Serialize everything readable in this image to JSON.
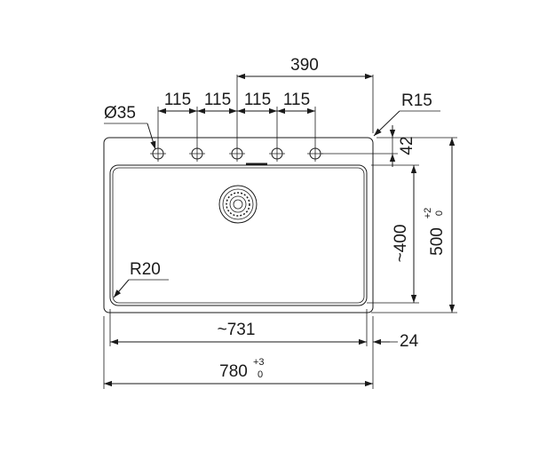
{
  "dimensions": {
    "overall_top": "390",
    "hole_spacing": [
      "115",
      "115",
      "115",
      "115"
    ],
    "hole_diameter": "Ø35",
    "corner_outer_radius": "R15",
    "hole_offset": "42",
    "bowl_corner_radius": "R20",
    "bowl_width": "~731",
    "overall_width": "780",
    "overall_width_tol_upper": "+3",
    "overall_width_tol_lower": "0",
    "side_rim": "24",
    "bowl_depth": "~400",
    "overall_depth": "500",
    "overall_depth_tol_upper": "+2",
    "overall_depth_tol_lower": "0"
  },
  "colors": {
    "line": "#1a1a1a",
    "background": "#ffffff"
  }
}
